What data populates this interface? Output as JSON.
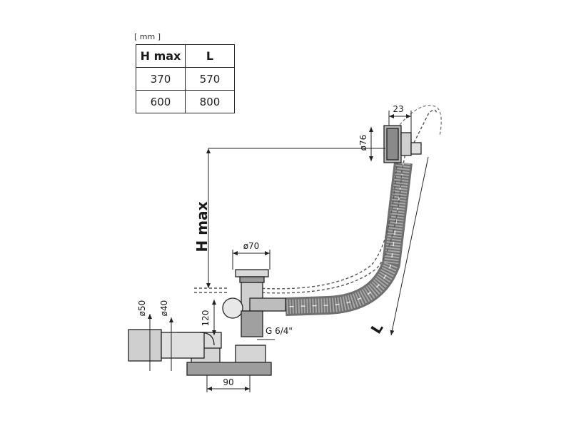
{
  "table": {
    "unit": "[ mm ]",
    "headers": [
      "H max",
      "L"
    ],
    "rows": [
      [
        "370",
        "570"
      ],
      [
        "600",
        "800"
      ]
    ]
  },
  "labels": {
    "h_max": "H max",
    "l": "L",
    "d76": "ø76",
    "w23": "23",
    "d70": "ø70",
    "d50": "ø50",
    "d40": "ø40",
    "h120": "120",
    "thread": "G 6/4\"",
    "w90": "90"
  }
}
